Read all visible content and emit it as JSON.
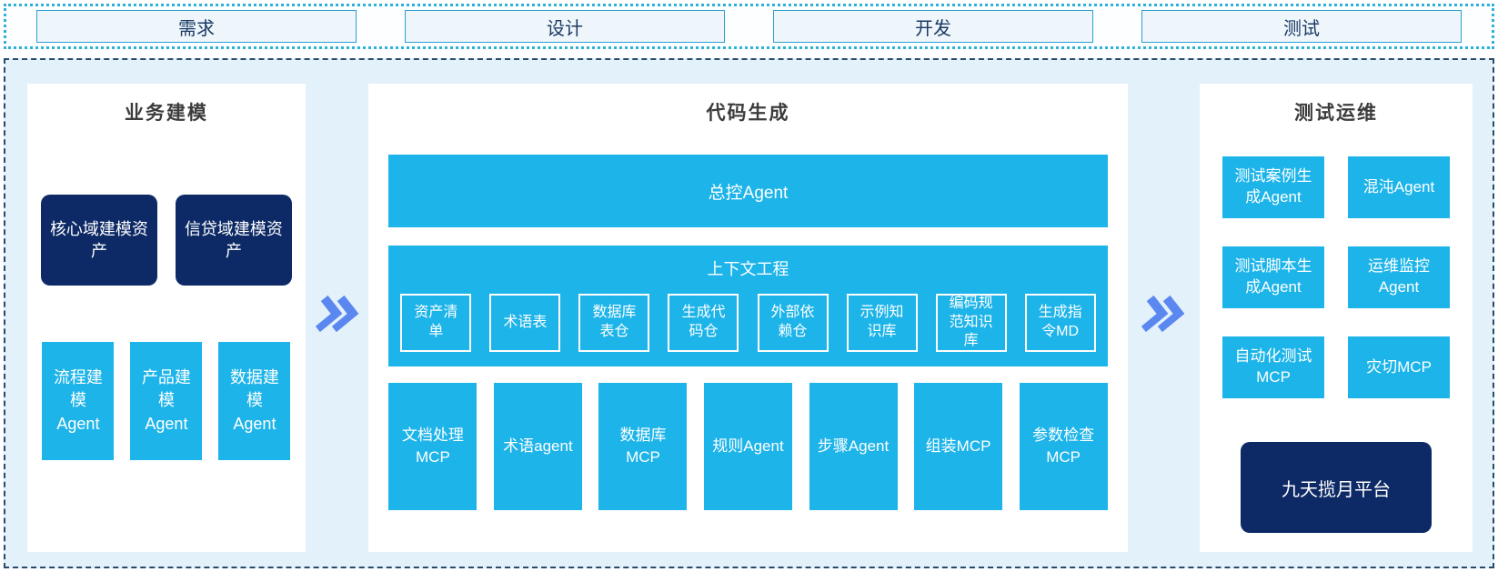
{
  "phases": [
    "需求",
    "设计",
    "开发",
    "测试"
  ],
  "panels": {
    "business": {
      "title": "业务建模",
      "assets": [
        "核心域建模资产",
        "信贷域建模资产"
      ],
      "agents": [
        "流程建模Agent",
        "产品建模Agent",
        "数据建模Agent"
      ]
    },
    "codegen": {
      "title": "代码生成",
      "master_agent": "总控Agent",
      "context": {
        "title": "上下文工程",
        "items": [
          "资产清单",
          "术语表",
          "数据库表仓",
          "生成代码仓",
          "外部依赖仓",
          "示例知识库",
          "编码规范知识库",
          "生成指令MD"
        ]
      },
      "tools": [
        "文档处理MCP",
        "术语agent",
        "数据库MCP",
        "规则Agent",
        "步骤Agent",
        "组装MCP",
        "参数检查MCP"
      ]
    },
    "testops": {
      "title": "测试运维",
      "boxes": [
        "测试案例生成Agent",
        "混沌Agent",
        "测试脚本生成Agent",
        "运维监控Agent",
        "自动化测试MCP",
        "灾切MCP"
      ],
      "platform": "九天揽月平台"
    }
  },
  "colors": {
    "cyan": "#1db4e9",
    "navy": "#0d2a66",
    "arrow": "#5b87f0",
    "container_bg": "#e3f1fb",
    "container_border": "#2a4a68",
    "strip_border": "#2fb0d9",
    "phase_box_bg": "#eef6fc",
    "phase_box_border": "#2da0ce"
  }
}
